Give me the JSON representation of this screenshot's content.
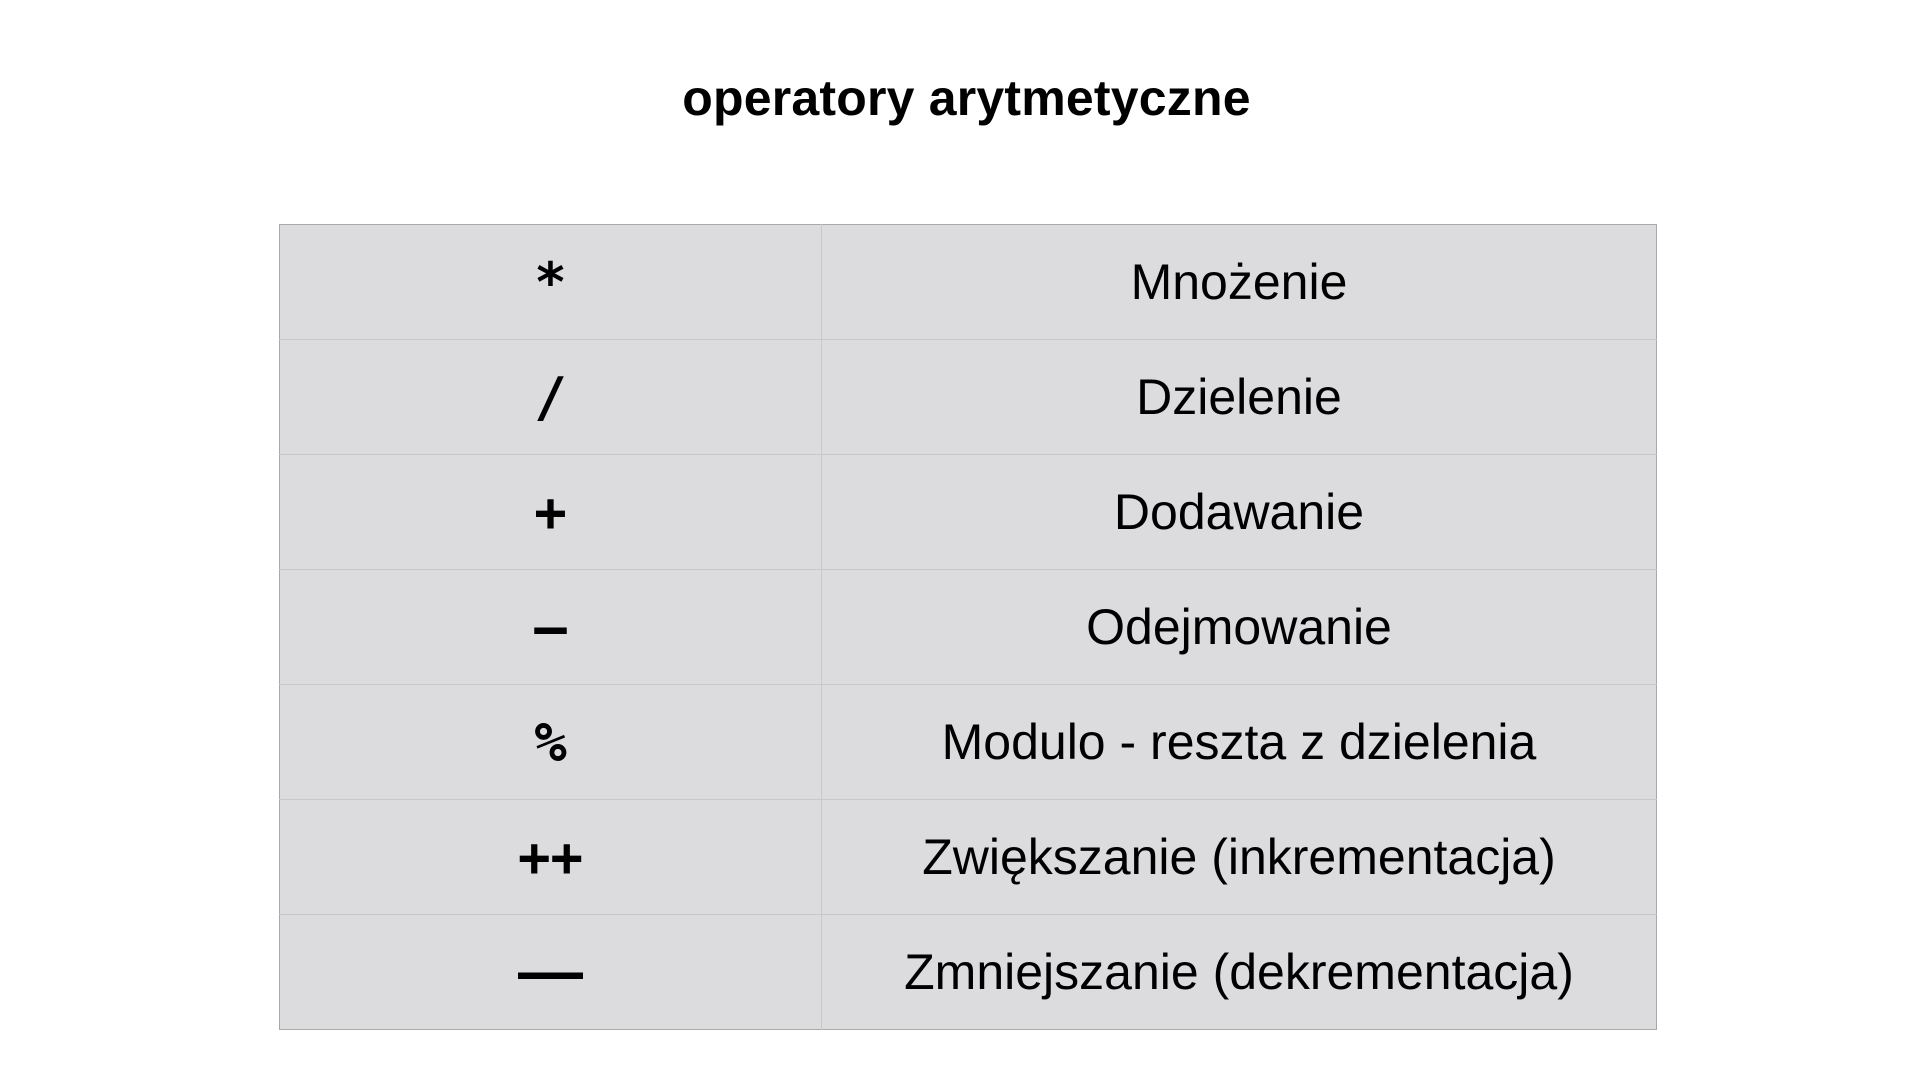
{
  "title": "operatory arytmetyczne",
  "operators": [
    {
      "symbol": "*",
      "description": "Mnożenie"
    },
    {
      "symbol": "/",
      "description": "Dzielenie"
    },
    {
      "symbol": "+",
      "description": "Dodawanie"
    },
    {
      "symbol": "–",
      "description": "Odejmowanie"
    },
    {
      "symbol": "%",
      "description": "Modulo - reszta z dzielenia"
    },
    {
      "symbol": "++",
      "description": "Zwiększanie (inkrementacja)"
    },
    {
      "symbol": "––",
      "description": "Zmniejszanie (dekrementacja)"
    }
  ],
  "colors": {
    "table_background": "#dcdcde",
    "table_border": "#a9a9ab",
    "cell_divider": "#c8c8ca",
    "text": "#000000"
  }
}
